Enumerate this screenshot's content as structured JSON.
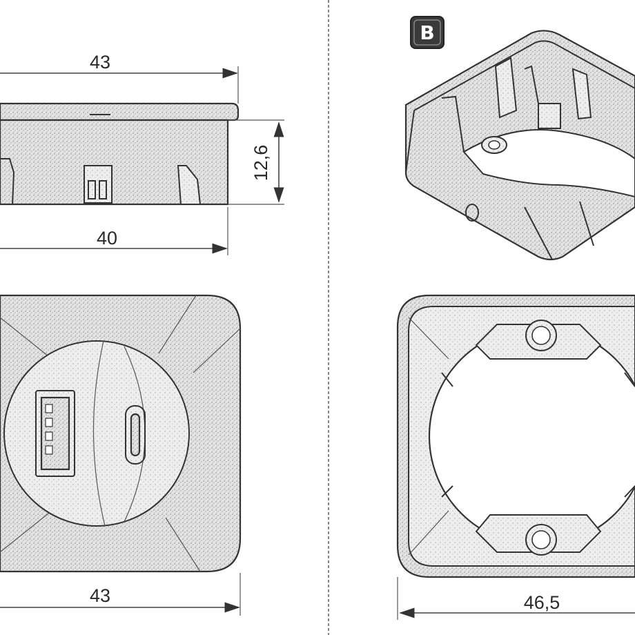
{
  "drawing": {
    "badge_label": "B",
    "dimensions": {
      "top_width": "43",
      "height": "12,6",
      "inner_width": "40",
      "front_width": "43",
      "frame_width": "46,5"
    },
    "colors": {
      "background": "#ffffff",
      "line": "#333333",
      "stipple": "#9a9a9a",
      "badge_fill": "#3a3a3a"
    }
  }
}
